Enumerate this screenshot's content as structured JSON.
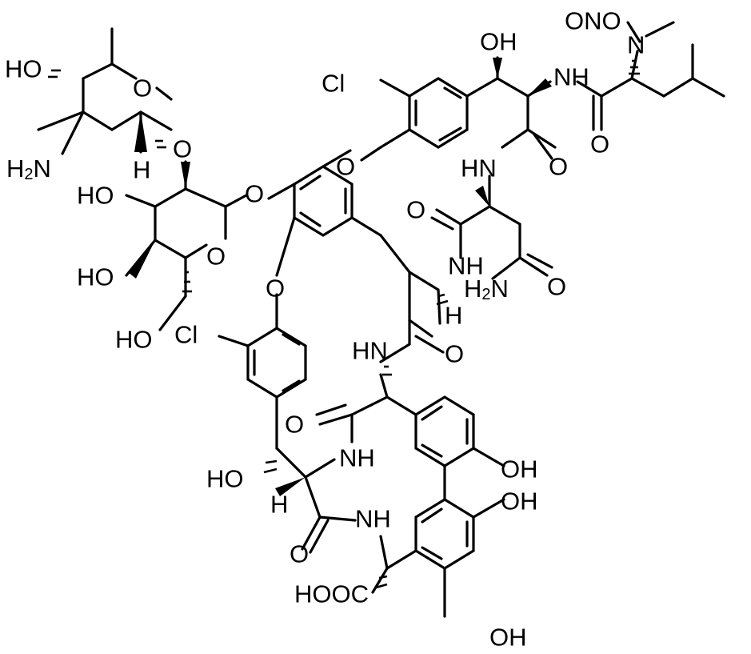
{
  "atoms": {
    "ono": "ONO",
    "n_methyl": "N",
    "oh_top": "OH",
    "nh_top": "NH",
    "cl_top": "Cl",
    "o_amide1": "O",
    "o_aryl_ether1": "O",
    "hn_1": "HN",
    "o_amide2": "O",
    "ho_sugar_top": "HO",
    "o_sugar_ring1": "O",
    "h2n_sugar": "H",
    "h2n_sub": "2",
    "h2n_n": "N",
    "h_sugar": "H",
    "o_glycosidic": "O",
    "ho_sugar2": "HO",
    "o_anomeric": "O",
    "o_amide3": "O",
    "nh_mid": "NH",
    "o_sugar_ring2": "O",
    "ho_sugar3": "HO",
    "h2n_mid_h": "H",
    "h2n_mid_sub": "2",
    "h2n_mid_n": "N",
    "o_amide4": "O",
    "o_aryl_ether2": "O",
    "h_mid": "H",
    "ho_cl": "HO",
    "cl_mid": "Cl",
    "hn_2": "HN",
    "o_amide5": "O",
    "o_amide6": "O",
    "nh_lower": "NH",
    "oh_right": "OH",
    "ho_lower": "HO",
    "h_lower": "H",
    "oh_right2": "OH",
    "nh_bottom": "NH",
    "o_amide7": "O",
    "hooc": "HOOC",
    "oh_bottom": "OH"
  }
}
